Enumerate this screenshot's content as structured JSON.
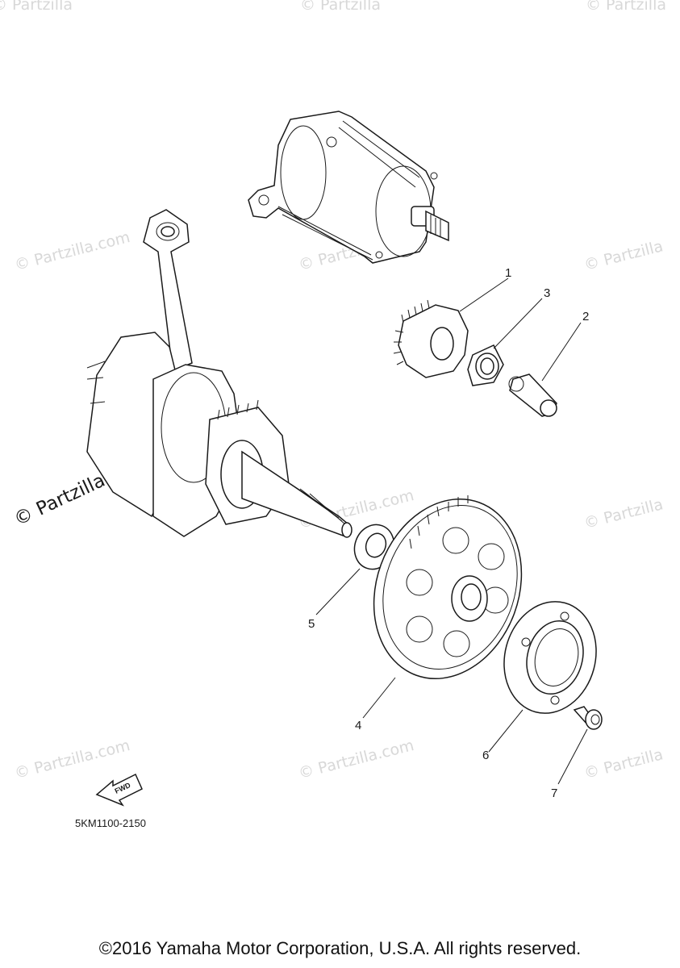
{
  "watermark": {
    "text": "© Partzilla",
    "domain_text": "© Partzilla.com"
  },
  "callouts": [
    "1",
    "2",
    "3",
    "4",
    "5",
    "6",
    "7"
  ],
  "fwd_label": "FWD",
  "part_code": "5KM1100-2150",
  "copyright": "©2016 Yamaha Motor Corporation, U.S.A. All rights reserved."
}
